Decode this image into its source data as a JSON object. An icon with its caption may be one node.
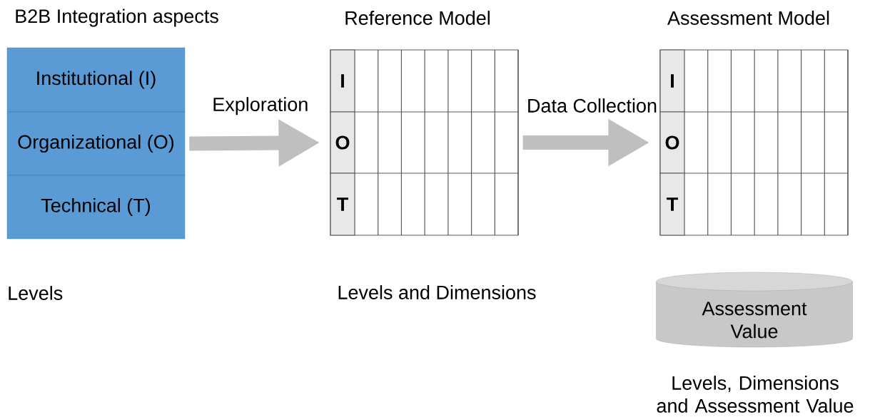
{
  "diagram": {
    "nodes": [
      {
        "text": [
          "B2B Integration aspects"
        ],
        "beside": [
          "Levels"
        ]
      },
      {
        "text": [
          "Institutional (I)"
        ],
        "in": 0
      },
      {
        "text": [
          "Organizational (O)"
        ],
        "in": 0
      },
      {
        "text": [
          "Technical (T)"
        ],
        "in": 0
      },
      {
        "text": [
          "Reference Model"
        ],
        "beside": [
          "Levels and Dimensions"
        ]
      },
      {
        "text": [
          "I"
        ],
        "in": 4
      },
      {
        "text": [
          "O"
        ],
        "in": 4
      },
      {
        "text": [
          "T"
        ],
        "in": 4
      },
      {
        "text": [
          "Assessment Model"
        ]
      },
      {
        "text": [
          "I"
        ],
        "in": 8
      },
      {
        "text": [
          "O"
        ],
        "in": 8
      },
      {
        "text": [
          "T"
        ],
        "in": 8
      },
      {
        "text": [
          "Assessment Value"
        ],
        "beside": [
          "Levels, Dimensions and Assessment Value"
        ]
      }
    ],
    "edges": [
      {
        "from": 2,
        "to": 4,
        "arrow": "to",
        "label": "Exploration"
      },
      {
        "from": 4,
        "to": 8,
        "arrow": "to",
        "label": "Data Collection"
      }
    ]
  }
}
